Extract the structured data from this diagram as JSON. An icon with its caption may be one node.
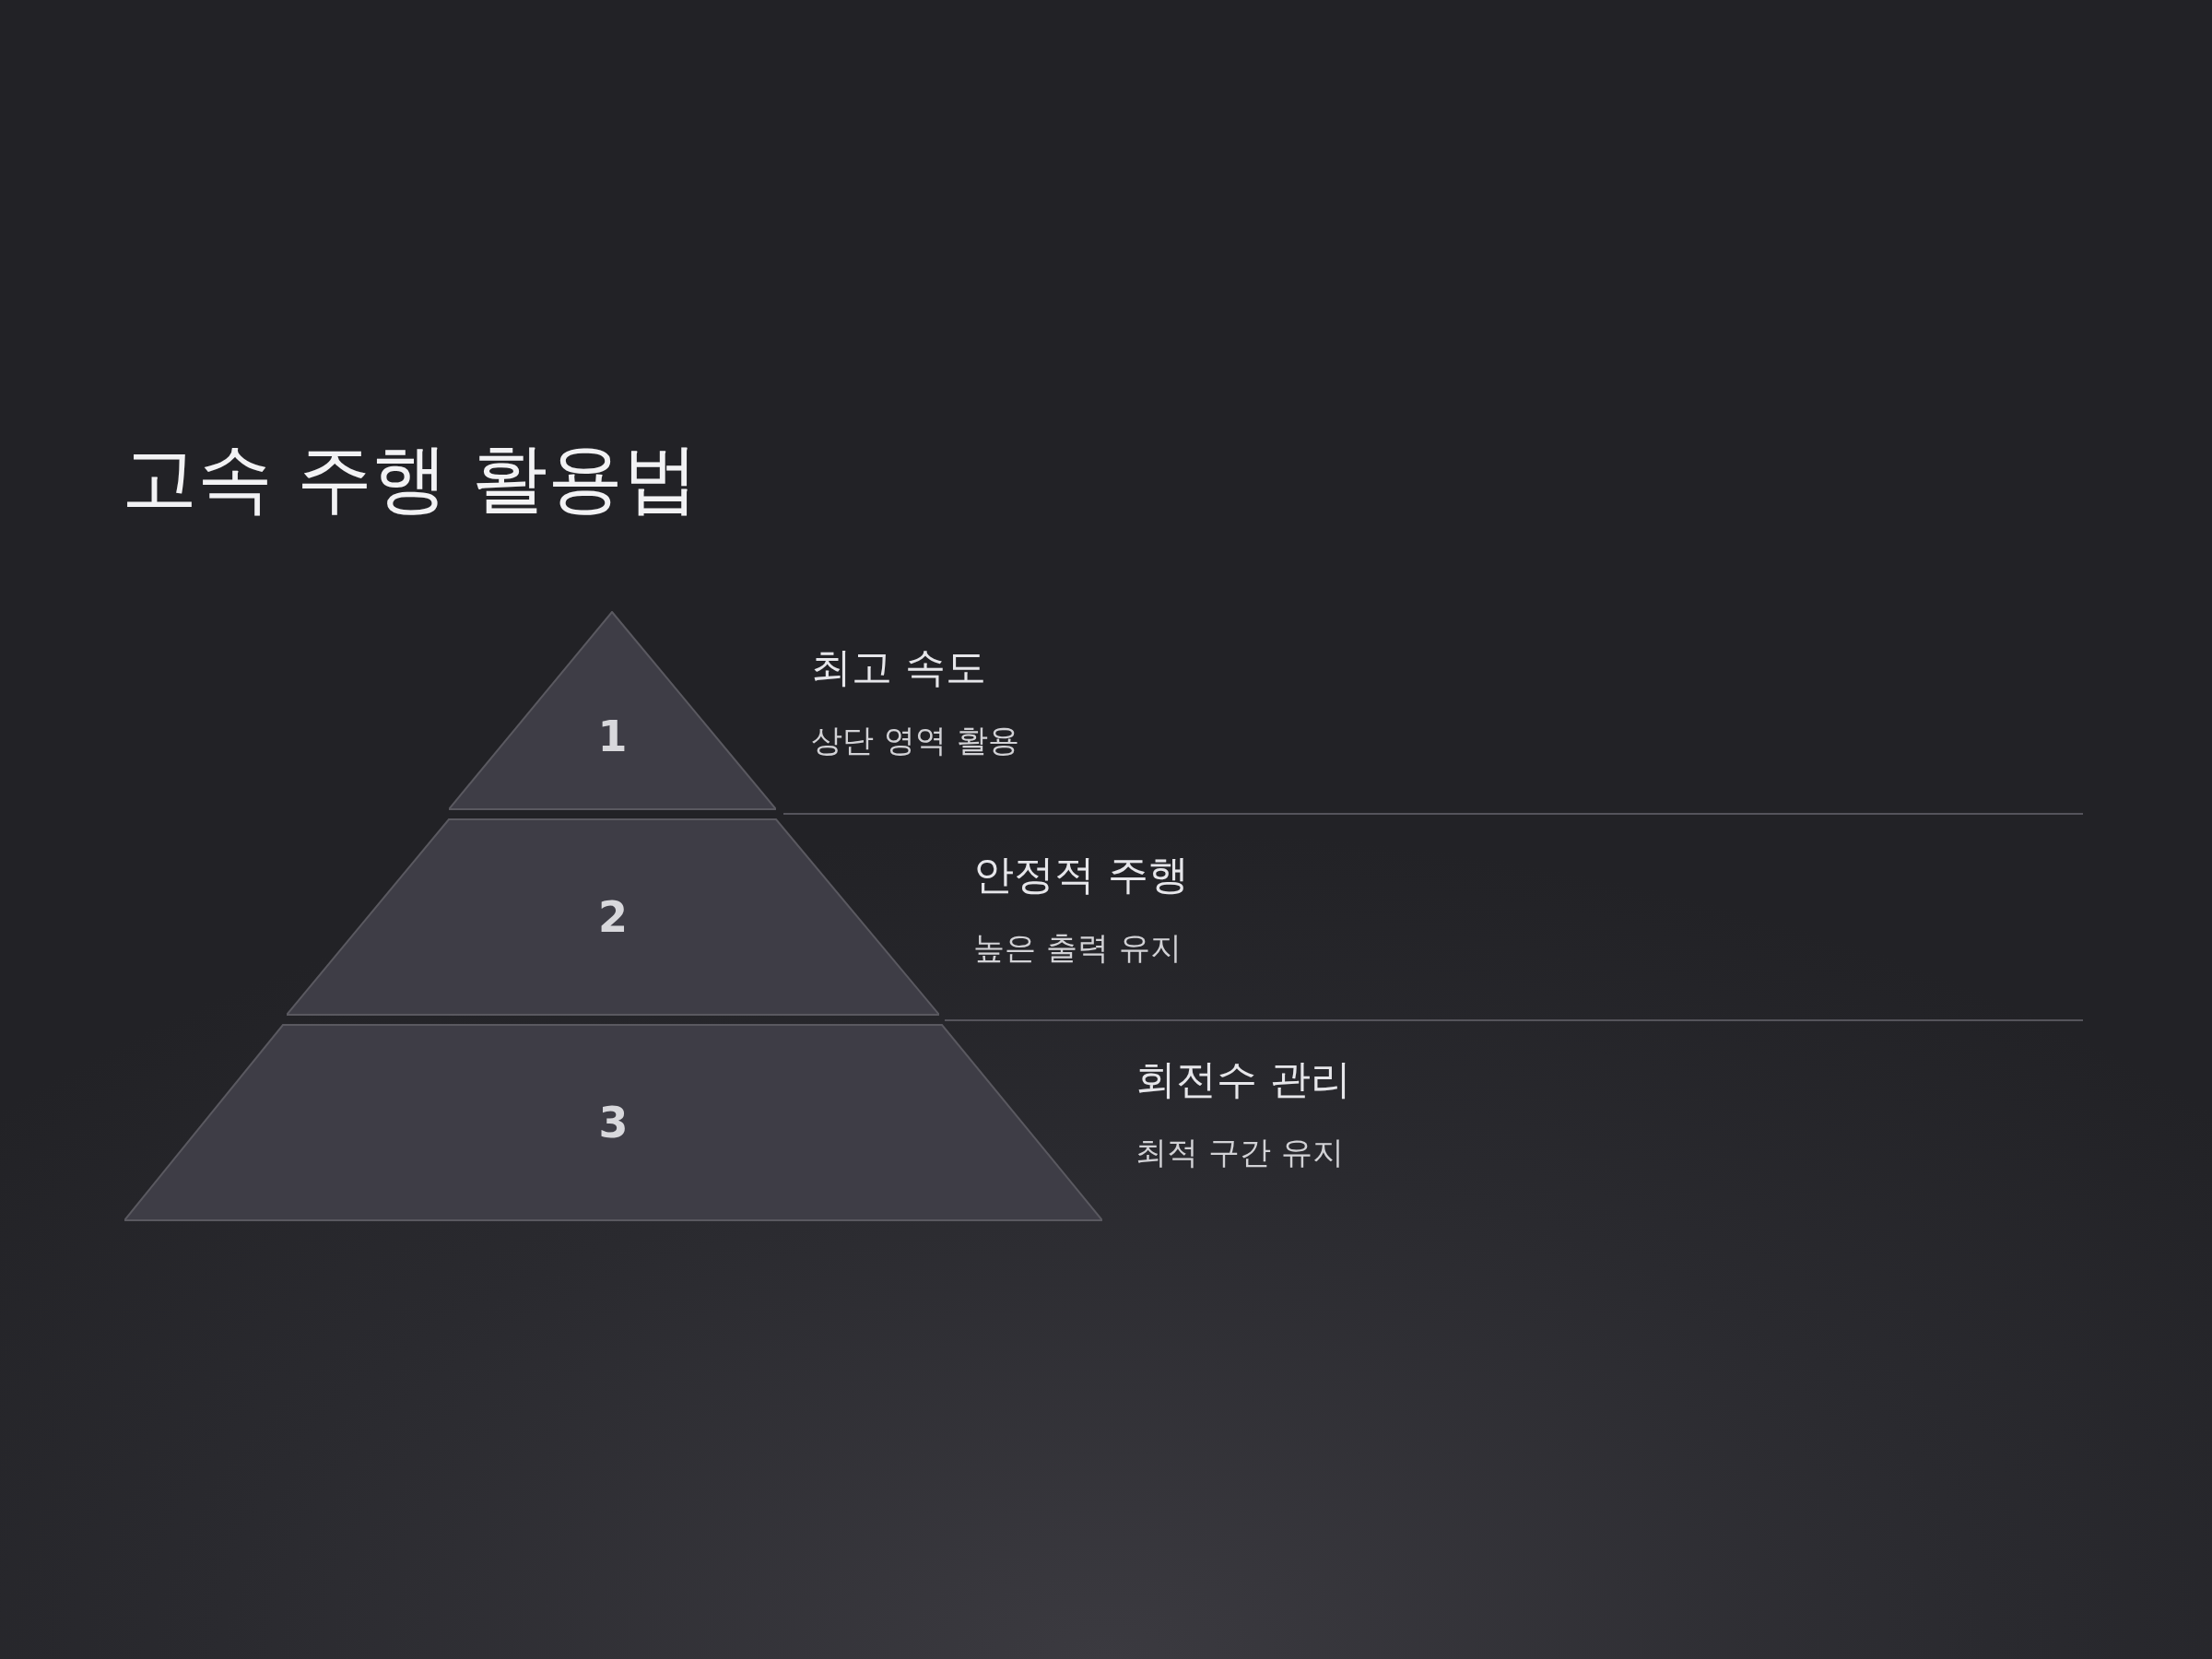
{
  "diagram": {
    "title": "고속 주행 활용법",
    "nodes": [
      {
        "text": [
          "1"
        ],
        "beside": [
          "최고 속도",
          "상단 영역 활용"
        ]
      },
      {
        "text": [
          "2"
        ],
        "beside": [
          "안정적 주행",
          "높은 출력 유지"
        ]
      },
      {
        "text": [
          "3"
        ],
        "beside": [
          "회전수 관리",
          "최적 구간 유지"
        ]
      }
    ]
  }
}
